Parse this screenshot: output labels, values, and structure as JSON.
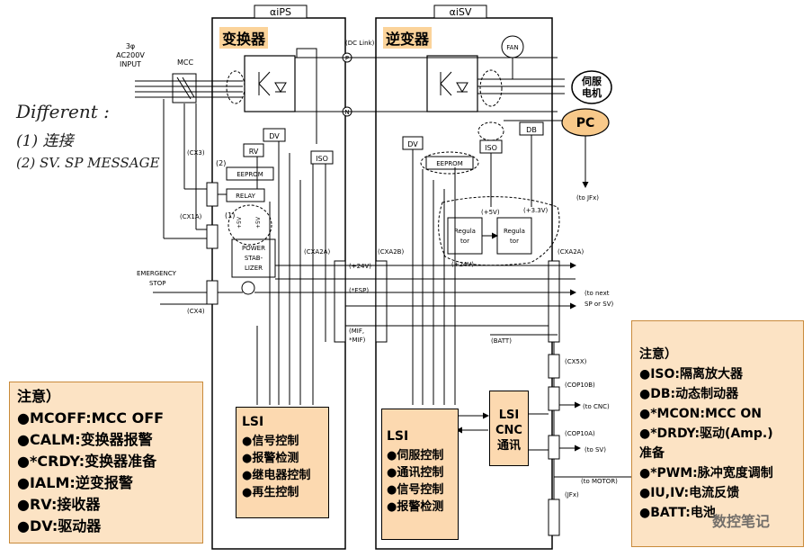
{
  "panels": {
    "ips_title": "αiPS",
    "sv_title": "αiSV",
    "converter_tag": "变换器",
    "inverter_tag": "逆变器"
  },
  "handwriting": {
    "line1": "Different :",
    "line2": "(1) 连接",
    "line3": "(2) SV. SP MESSAGE"
  },
  "labels": {
    "input": [
      "3φ",
      "AC200V",
      "INPUT"
    ],
    "mcc": "MCC",
    "dc_link": "(DC Link)",
    "p": "P",
    "n": "N",
    "fan": "FAN",
    "motor": [
      "伺服",
      "电机"
    ],
    "pc": "PC",
    "to_jfx_top": "(to JFx)",
    "cx3": "(CX3)",
    "cx1a": "(CX1A)",
    "cx4": "(CX4)",
    "emergency": [
      "EMERGENCY",
      "STOP"
    ],
    "rv": "RV",
    "dv_left": "DV",
    "dv_right": "DV",
    "iso_left": "ISO",
    "iso_right": "ISO",
    "db": "DB",
    "eeprom_left": "EEPROM",
    "eeprom_right": "EEPROM",
    "relay": "RELAY",
    "power": [
      "POWER",
      "STAB-",
      "LIZER"
    ],
    "p5v_a": "+5V",
    "p5v_b": "+5V",
    "cxa2a_left": "(CXA2A)",
    "cxa2b": "(CXA2B)",
    "cxa2a_right": "(CXA2A)",
    "p24v": "(+24V)",
    "esp": "(*ESP)",
    "mif": [
      "(MIF,",
      "*MIF)"
    ],
    "batt": "(BATT)",
    "regulator_a": [
      "Regula",
      "tor"
    ],
    "regulator_b": [
      "Regula",
      "tor"
    ],
    "plus5v": "(+5V)",
    "plus33v": "(+3.3V)",
    "plus24v": "(+24V)",
    "to_next": [
      "(to next",
      "SP or SV)"
    ],
    "cx5x": "(CX5X)",
    "cop10b": "(COP10B)",
    "to_cnc": "(to CNC)",
    "cop10a": "(COP10A)",
    "to_sv": "(to SV)",
    "to_motor": "(to MOTOR)",
    "jfx": "(JFx)",
    "num2": "(2)",
    "num1": "(1)"
  },
  "lsi_left": {
    "title": "LSI",
    "items": [
      "●信号控制",
      "●报警检测",
      "●继电器控制",
      "●再生控制"
    ]
  },
  "lsi_right": {
    "title": "LSI",
    "items": [
      "●伺服控制",
      "●通讯控制",
      "●信号控制",
      "●报警检测"
    ]
  },
  "lsi_cnc": {
    "lines": [
      "LSI",
      "CNC",
      "通讯"
    ]
  },
  "note_left": {
    "title": "注意）",
    "items": [
      "●MCOFF:MCC OFF",
      "●CALM:变换器报警",
      "●*CRDY:变换器准备",
      "●IALM:逆变报警",
      "●RV:接收器",
      "●DV:驱动器"
    ]
  },
  "note_right": {
    "title": "注意）",
    "items": [
      "●ISO:隔离放大器",
      "●DB:动态制动器",
      "●*MCON:MCC ON",
      "●*DRDY:驱动(Amp.)",
      "准备",
      "●*PWM:脉冲宽度调制",
      "●IU,IV:电流反馈",
      "●BATT:电池"
    ]
  },
  "watermark": "数控笔记",
  "colors": {
    "note_fill": "#fce3c4",
    "tag_fill": "#fbd39a",
    "pc_fill": "#f8c98a",
    "lsi_fill": "#fcd9b0"
  }
}
